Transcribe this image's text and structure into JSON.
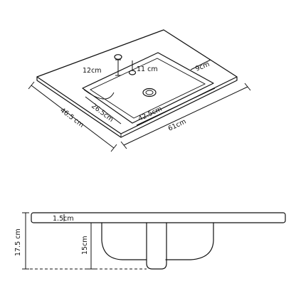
{
  "top_view": {
    "dim_width_back": "12cm",
    "dim_tap_offset": "11 cm",
    "dim_side_margin": "9cm",
    "dim_basin_depth": "26.5cm",
    "dim_basin_width": "42.5cm",
    "dim_overall_width": "61cm",
    "dim_overall_depth": "46.5  cm"
  },
  "side_view": {
    "dim_rim_thickness": "1.5cm",
    "dim_total_height": "17.5 cm",
    "dim_bowl_depth": "15cm"
  }
}
